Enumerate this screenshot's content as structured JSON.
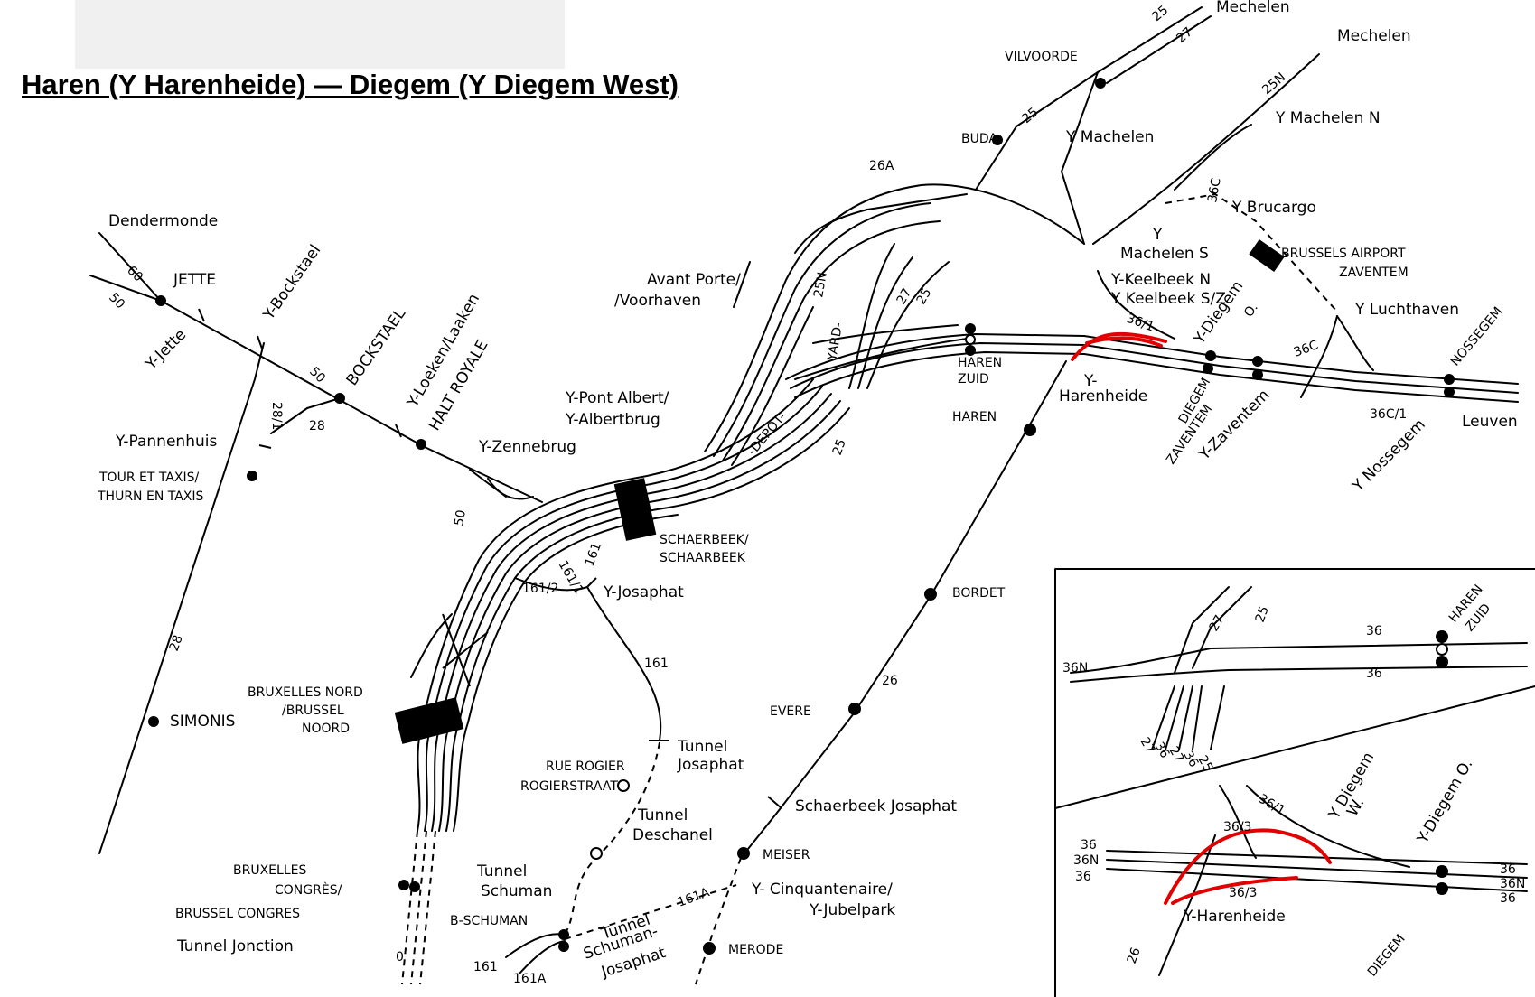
{
  "title": "Haren (Y Harenheide) — Diegem (Y Diegem West)",
  "labels": {
    "dendermonde": "Dendermonde",
    "jette": "JETTE",
    "y_bockstael": "Y-Bockstael",
    "y_jette": "Y-Jette",
    "bockstael": "BOCKSTAEL",
    "y_loeken": "Y-Loeken/Laaken",
    "halt_royale": "HALT ROYALE",
    "y_pannenhuis": "Y-Pannenhuis",
    "tour_taxis_1": "TOUR ET TAXIS/",
    "tour_taxis_2": "THURN EN TAXIS",
    "y_zennebrug": "Y-Zennebrug",
    "simonis": "SIMONIS",
    "bxl_nord_1": "BRUXELLES NORD",
    "bxl_nord_2": "/BRUSSEL",
    "bxl_nord_3": "NOORD",
    "bxl_congres_1": "BRUXELLES",
    "bxl_congres_2": "CONGRÈS/",
    "bxl_congres_3": "BRUSSEL CONGRES",
    "tunnel_jonction": "Tunnel Jonction",
    "rue_rogier": "RUE ROGIER",
    "rogierstraat": "ROGIERSTRAAT",
    "tunnel_josaphat_1": "Tunnel",
    "tunnel_josaphat_2": "Josaphat",
    "tunnel_deschanel_1": "Tunnel",
    "tunnel_deschanel_2": "Deschanel",
    "tunnel_schuman_1": "Tunnel",
    "tunnel_schuman_2": "Schuman",
    "b_schuman": "B-SCHUMAN",
    "tunnel_sj_1": "Tunnel",
    "tunnel_sj_2": "Schuman-",
    "tunnel_sj_3": "Josaphat",
    "merode": "MERODE",
    "meiser": "MEISER",
    "y_cinquantenaire_1": "Y- Cinquantenaire/",
    "y_cinquantenaire_2": "Y-Jubelpark",
    "schaerbeek_josaphat": "Schaerbeek Josaphat",
    "evere": "EVERE",
    "bordet": "BORDET",
    "y_josaphat": "Y-Josaphat",
    "schaerbeek_1": "SCHAERBEEK/",
    "schaerbeek_2": "SCHAARBEEK",
    "depot": "-DEPOT-",
    "yard": "YARD-",
    "y_pont_albert_1": "Y-Pont Albert/",
    "y_pont_albert_2": "Y-Albertbrug",
    "avant_porte_1": "Avant Porte/",
    "avant_porte_2": "/Voorhaven",
    "haren_zuid_1": "HAREN",
    "haren_zuid_2": "ZUID",
    "haren": "HAREN",
    "y_harenheide_1": "Y-",
    "y_harenheide_2": "Harenheide",
    "buda": "BUDA",
    "vilvoorde": "VILVOORDE",
    "mechelen_1": "Mechelen",
    "mechelen_2": "Mechelen",
    "y_machelen": "Y Machelen",
    "y_machelen_n": "Y Machelen N",
    "y_brucargo": "Y Brucargo",
    "y_machelen_s_1": "Y",
    "y_machelen_s_2": "Machelen S",
    "airport_1": "BRUSSELS AIRPORT",
    "airport_2": "ZAVENTEM",
    "y_keelbeek_n": "Y-Keelbeek N",
    "y_keelbeek_s": "Y Keelbeek S/Z",
    "y_diegem": "Y-Diegem",
    "y_diegem_o": "O.",
    "y_luchthaven": "Y Luchthaven",
    "nossegem": "NOSSEGEM",
    "leuven": "Leuven",
    "diegem": "DIEGEM",
    "zaventem": "ZAVENTEM",
    "y_zaventem": "Y-Zaventem",
    "y_nossegem": "Y Nossegem",
    "inset_haren_zuid_1": "HAREN",
    "inset_haren_zuid_2": "ZUID",
    "inset_y_diegem_w_1": "Y Diegem",
    "inset_y_diegem_w_2": "W.",
    "inset_y_diegem_o": "Y-Diegem O.",
    "inset_y_harenheide": "Y-Harenheide",
    "inset_diegem": "DIEGEM"
  },
  "line_numbers": {
    "l60": "60",
    "l50a": "50",
    "l50b": "50",
    "l50c": "50",
    "l28a": "28",
    "l28b": "28",
    "l28_1": "28/1",
    "l161": "161",
    "l161b": "161",
    "l161_1": "161/1",
    "l161_2": "161/2",
    "l161c": "161",
    "l161a": "161A",
    "l161a2": "161A",
    "l26": "26",
    "l26a": "26A",
    "l25a": "25",
    "l25b": "25",
    "l25c": "25",
    "l25n": "25N",
    "l27a": "27",
    "l27b": "27",
    "l25n2": "25N",
    "l36_1": "36/1",
    "l36c": "36C",
    "l36c2": "36C",
    "l36c_1": "36C/1",
    "zero": "0",
    "l25d": "25"
  },
  "inset_line_numbers": {
    "i36a": "36",
    "i36b": "36",
    "i36n": "36N",
    "i27": "27",
    "i25": "25",
    "ib27": "27",
    "ib36": "36",
    "ib27b": "27",
    "ib36b": "36",
    "ib25": "25",
    "i36_1": "36/1",
    "i36_3a": "36/3",
    "i36_3b": "36/3",
    "il36": "36",
    "il36n": "36N",
    "il36b": "36",
    "ir36": "36",
    "ir36n": "36N",
    "ir36b": "36",
    "i26": "26"
  },
  "colors": {
    "track": "#000000",
    "highlight": "#e00000",
    "background": "#ffffff"
  }
}
